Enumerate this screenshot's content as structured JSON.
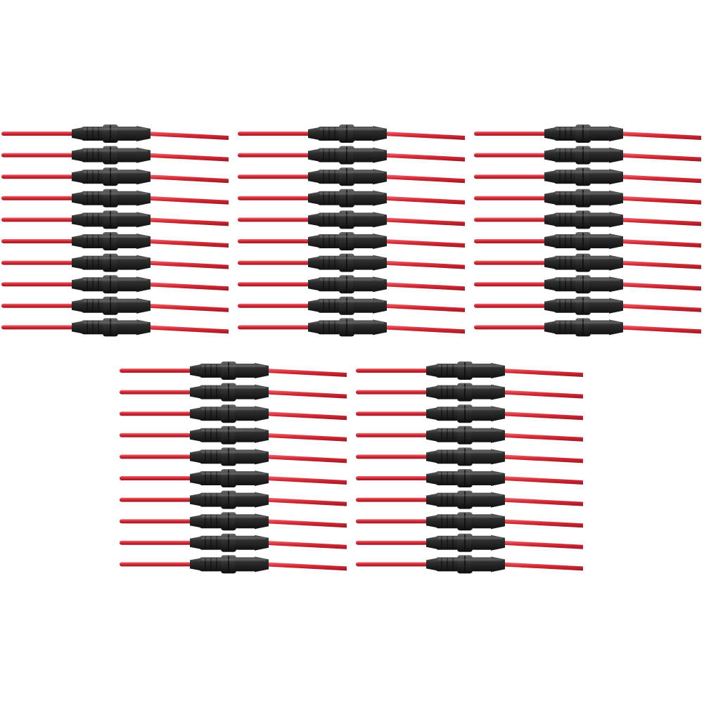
{
  "product_photo": {
    "subject": "inline-fuse-holder-with-red-wires",
    "background_color": "#ffffff",
    "wire_color": "#d42a35",
    "holder_color": "#262626",
    "bundles": [
      {
        "position": "top-left",
        "quantity": 10
      },
      {
        "position": "top-center",
        "quantity": 10
      },
      {
        "position": "top-right",
        "quantity": 10
      },
      {
        "position": "bottom-left",
        "quantity": 10
      },
      {
        "position": "bottom-right",
        "quantity": 10
      }
    ]
  }
}
